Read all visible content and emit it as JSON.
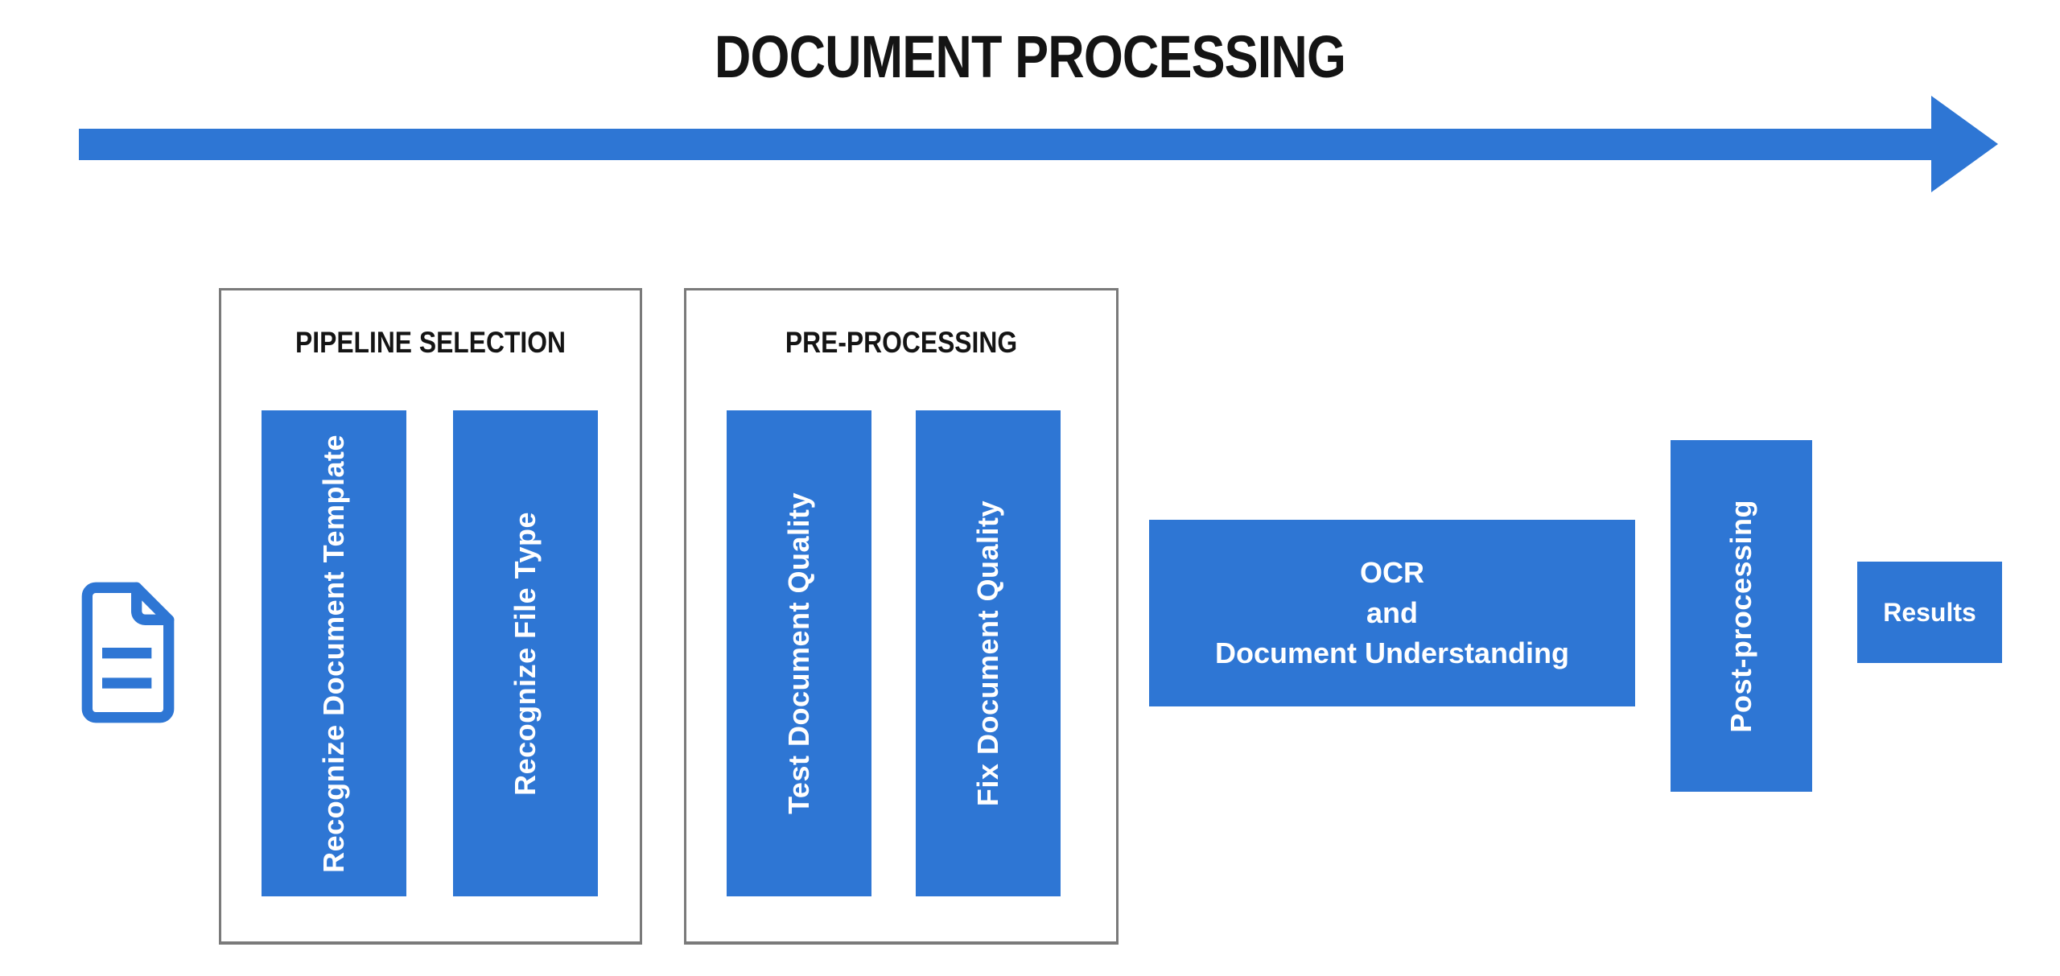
{
  "title": "DOCUMENT PROCESSING",
  "colors": {
    "accent": "#2E76D4",
    "box_border": "#7A7A7A",
    "heading_text": "#141414",
    "bar_text": "#FFFFFF"
  },
  "arrow": {
    "name": "process-flow-arrow",
    "direction": "right"
  },
  "input": {
    "icon": "document-icon"
  },
  "groups": [
    {
      "label": "PIPELINE SELECTION",
      "steps": [
        "Recognize Document Template",
        "Recognize File Type"
      ]
    },
    {
      "label": "PRE-PROCESSING",
      "steps": [
        "Test Document Quality",
        "Fix Document Quality"
      ]
    }
  ],
  "ocr": {
    "lines": [
      "OCR",
      "and",
      "Document Understanding"
    ]
  },
  "post": {
    "label": "Post-processing"
  },
  "results": {
    "label": "Results"
  }
}
